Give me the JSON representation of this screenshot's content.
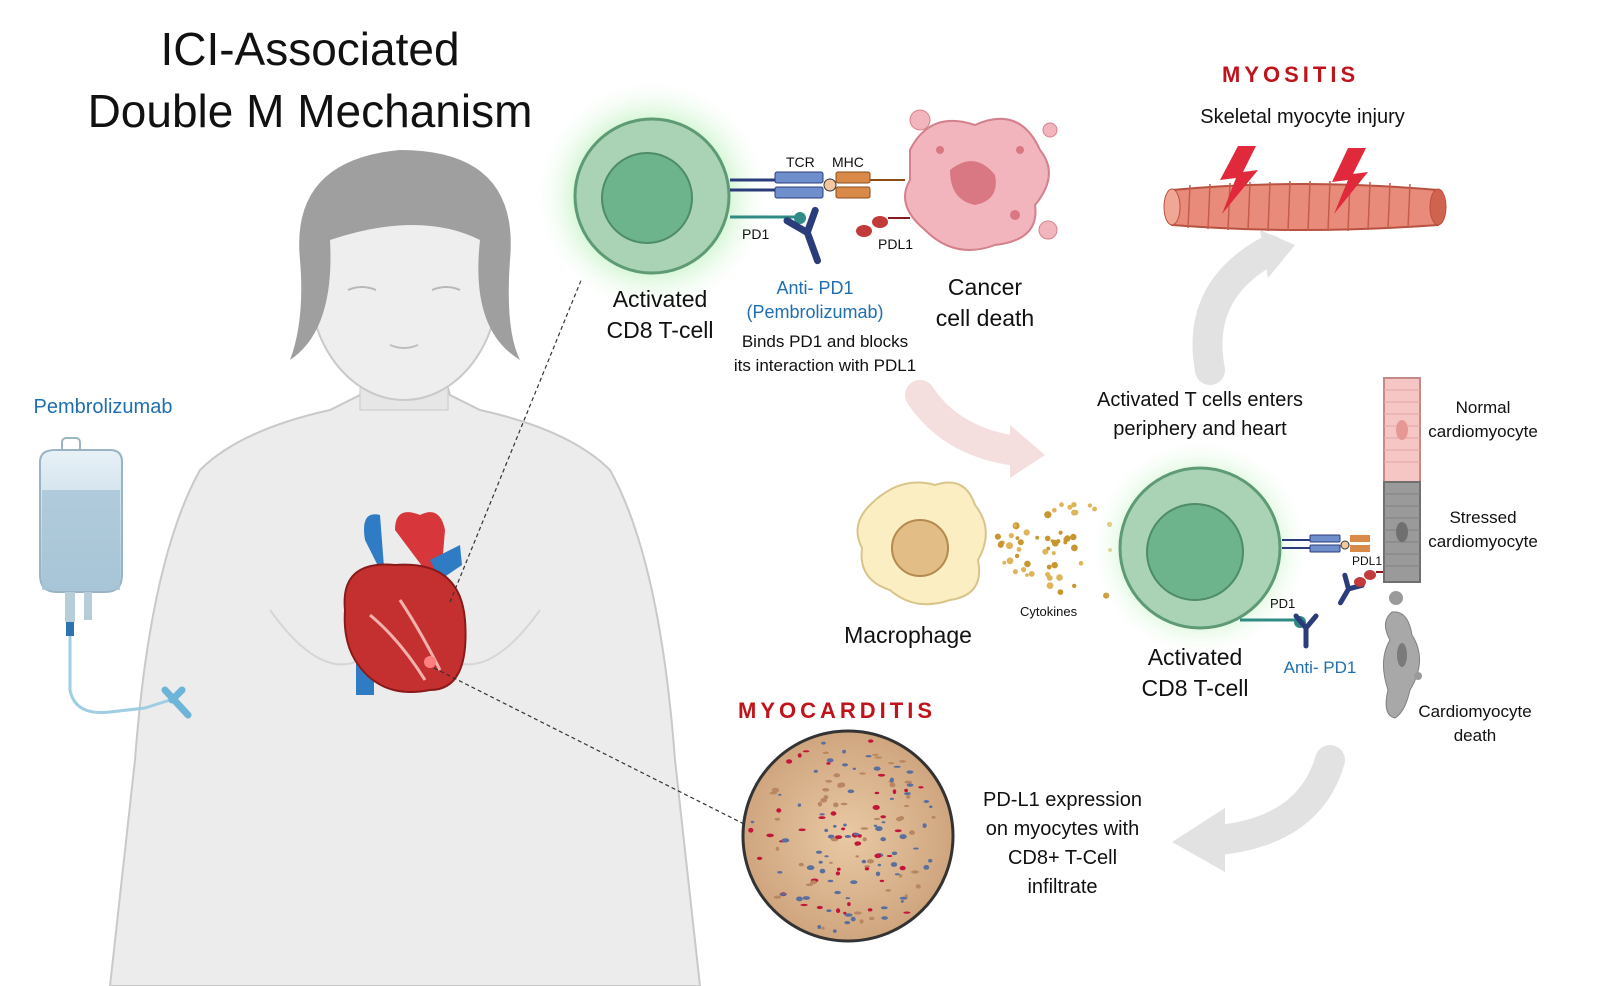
{
  "title": [
    "ICI-Associated",
    "Double M Mechanism"
  ],
  "drug": {
    "label": "Pembrolizumab"
  },
  "tcell_top": {
    "cell_label": [
      "Activated",
      "CD8 T-cell"
    ],
    "tcr": "TCR",
    "mhc": "MHC",
    "pd1": "PD1",
    "pdl1": "PDL1",
    "antibody_label": [
      "Anti- PD1",
      "(Pembrolizumab)"
    ],
    "antibody_desc": [
      "Binds PD1 and blocks",
      "its interaction with PDL1"
    ],
    "cancer_label": [
      "Cancer",
      "cell death"
    ]
  },
  "myositis": {
    "heading": "MYOSITIS",
    "subtitle": "Skeletal myocyte injury"
  },
  "periphery": {
    "text": [
      "Activated T cells enters",
      "periphery and heart"
    ]
  },
  "tcell_bottom": {
    "macrophage": "Macrophage",
    "cytokines": "Cytokines",
    "cell_label": [
      "Activated",
      "CD8 T-cell"
    ],
    "pd1": "PD1",
    "pdl1": "PDL1",
    "antibody": "Anti- PD1"
  },
  "cardiomyocytes": {
    "normal": [
      "Normal",
      "cardiomyocyte"
    ],
    "stressed": [
      "Stressed",
      "cardiomyocyte"
    ],
    "death": [
      "Cardiomyocyte",
      "death"
    ]
  },
  "myocarditis": {
    "heading": "MYOCARDITIS",
    "desc": [
      "PD-L1 expression",
      "on myocytes with",
      "CD8+ T-Cell",
      "infiltrate"
    ]
  },
  "colors": {
    "accent_blue": "#1f6fb0",
    "heading_red": "#c0141c",
    "tcell_green": "#6db38c"
  }
}
